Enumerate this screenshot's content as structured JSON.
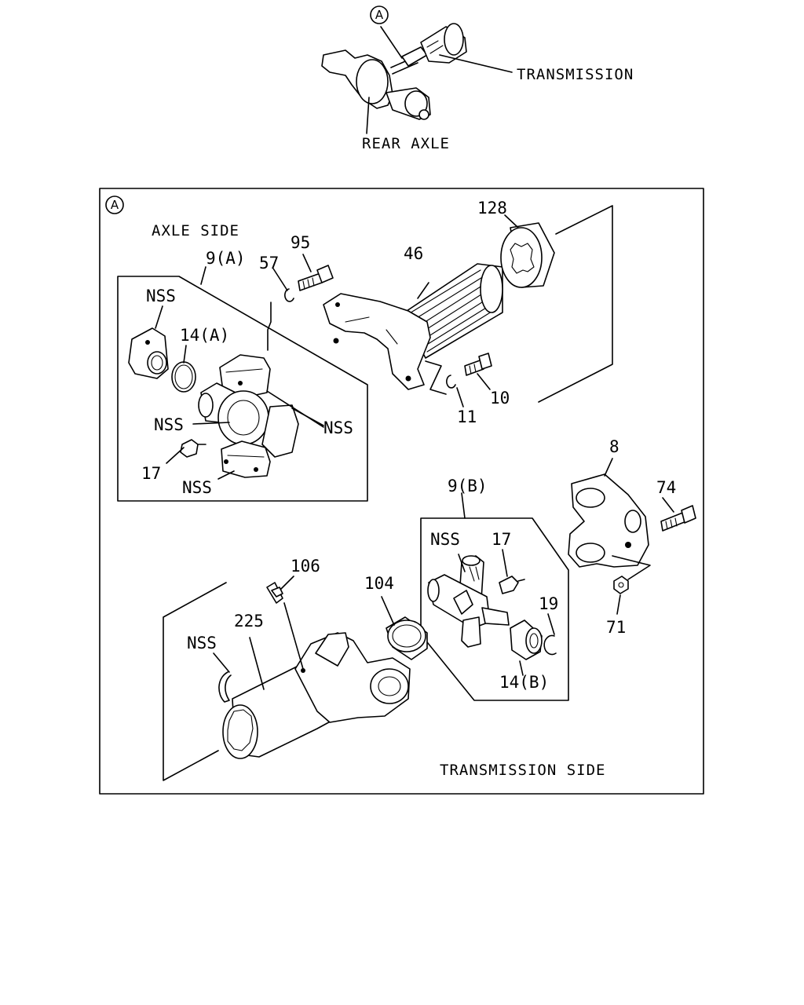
{
  "overview": {
    "callout": "A",
    "transmission": "TRANSMISSION",
    "rear_axle": "REAR AXLE"
  },
  "detail": {
    "callout": "A",
    "axle_side": "AXLE SIDE",
    "transmission_side": "TRANSMISSION SIDE"
  },
  "labels": {
    "p128": "128",
    "p46": "46",
    "p95": "95",
    "p57": "57",
    "p9a": "9(A)",
    "nss_cap": "NSS",
    "p14a": "14(A)",
    "nss_right": "NSS",
    "nss_left": "NSS",
    "p17a": "17",
    "nss_bottom": "NSS",
    "p10": "10",
    "p11": "11",
    "p8": "8",
    "p74": "74",
    "p71": "71",
    "p9b": "9(B)",
    "nss_b": "NSS",
    "p17b": "17",
    "p19": "19",
    "p14b": "14(B)",
    "p106": "106",
    "p104": "104",
    "p225": "225",
    "nss_225": "NSS"
  }
}
